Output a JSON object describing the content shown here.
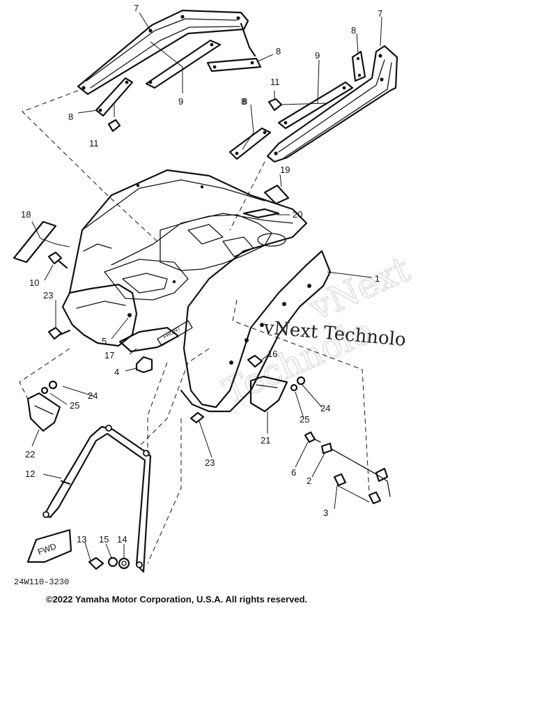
{
  "callouts": [
    {
      "label": "7"
    },
    {
      "label": "8"
    },
    {
      "label": "9"
    },
    {
      "label": "8"
    },
    {
      "label": "8"
    },
    {
      "label": "11"
    },
    {
      "label": "8"
    },
    {
      "label": "7"
    },
    {
      "label": "9"
    },
    {
      "label": "11"
    },
    {
      "label": "8"
    },
    {
      "label": "19"
    },
    {
      "label": "20"
    },
    {
      "label": "18"
    },
    {
      "label": "10"
    },
    {
      "label": "1"
    },
    {
      "label": "23"
    },
    {
      "label": "5"
    },
    {
      "label": "17"
    },
    {
      "label": "16"
    },
    {
      "label": "4"
    },
    {
      "label": "24"
    },
    {
      "label": "25"
    },
    {
      "label": "24"
    },
    {
      "label": "25"
    },
    {
      "label": "22"
    },
    {
      "label": "21"
    },
    {
      "label": "23"
    },
    {
      "label": "6"
    },
    {
      "label": "2"
    },
    {
      "label": "12"
    },
    {
      "label": "3"
    },
    {
      "label": "13"
    },
    {
      "label": "15"
    },
    {
      "label": "14"
    }
  ],
  "diagram_code": "24W110-3230",
  "copyright": "©2022 Yamaha Motor Corporation, U.S.A. All rights reserved.",
  "fender_text": "FRONT",
  "fwd_label": "FWD",
  "watermark": {
    "line1": "vNext Technolo",
    "line2": "vNext",
    "line3": "Technolo"
  }
}
